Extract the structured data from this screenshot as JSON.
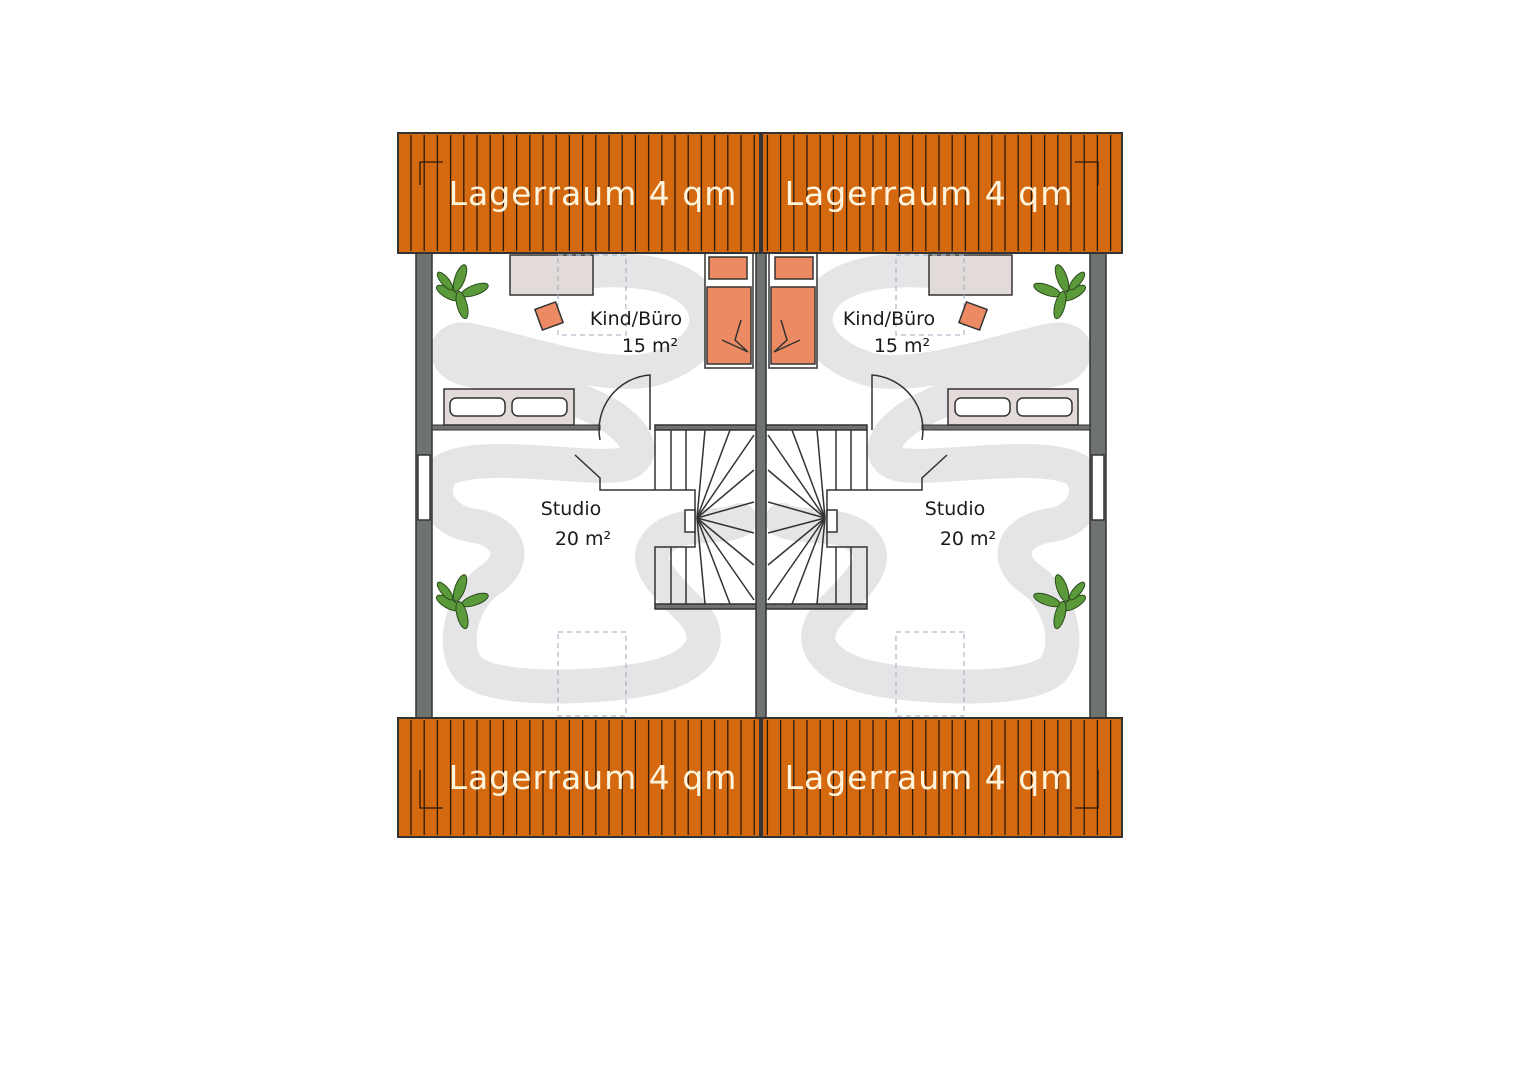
{
  "colors": {
    "storage": "#d4690f",
    "wall": "#6f7370",
    "walkway": "#e5e5e8",
    "bedding": "#ec8a63",
    "furniture": "#e3dada",
    "plant": "#5a9a3a",
    "storage_text": "#fff4dc"
  },
  "storage_rooms": [
    {
      "label": "Lagerraum 4 qm"
    },
    {
      "label": "Lagerraum 4 qm"
    },
    {
      "label": "Lagerraum 4 qm"
    },
    {
      "label": "Lagerraum 4 qm"
    }
  ],
  "units": [
    {
      "rooms": [
        {
          "name": "Kind/Büro",
          "area": "15 m²"
        },
        {
          "name": "Studio",
          "area": "20 m²"
        }
      ]
    },
    {
      "rooms": [
        {
          "name": "Kind/Büro",
          "area": "15 m²"
        },
        {
          "name": "Studio",
          "area": "20 m²"
        }
      ]
    }
  ],
  "icons": [
    "plant-icon",
    "bed-icon",
    "chair-icon",
    "desk-icon",
    "sofa-icon",
    "staircase-icon",
    "door-icon",
    "skylight-icon"
  ]
}
